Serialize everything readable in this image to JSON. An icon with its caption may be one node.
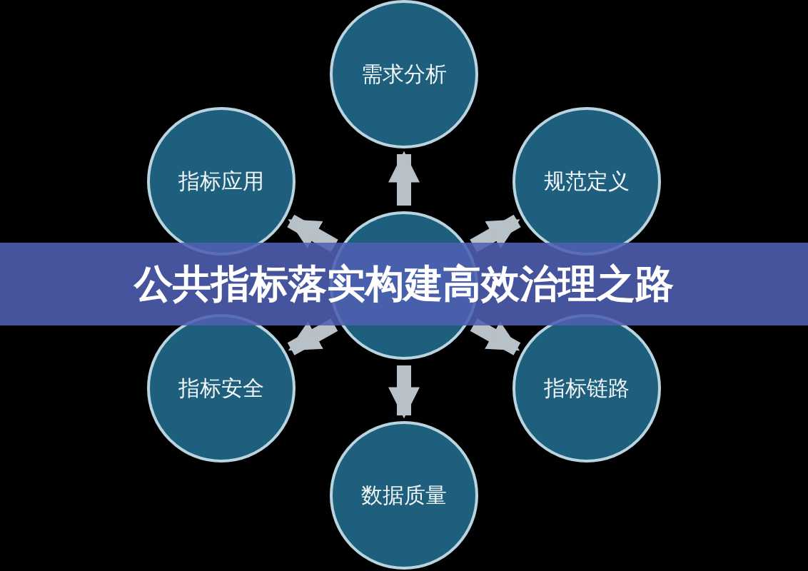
{
  "diagram": {
    "title": "公共指标落实构建高效治理之路",
    "nodes": [
      {
        "text": [],
        "shape": "circle"
      },
      {
        "text": [
          "需求分析"
        ]
      },
      {
        "text": [
          "规范定义"
        ]
      },
      {
        "text": [
          "指标链路"
        ]
      },
      {
        "text": [
          "数据质量"
        ]
      },
      {
        "text": [
          "指标安全"
        ]
      },
      {
        "text": [
          "指标应用"
        ]
      }
    ],
    "edges": [
      {
        "from": 0,
        "to": 1,
        "arrow": "to"
      },
      {
        "from": 0,
        "to": 2,
        "arrow": "to"
      },
      {
        "from": 0,
        "to": 3,
        "arrow": "to"
      },
      {
        "from": 0,
        "to": 4,
        "arrow": "to"
      },
      {
        "from": 0,
        "to": 5,
        "arrow": "to"
      },
      {
        "from": 0,
        "to": 6,
        "arrow": "to"
      }
    ]
  }
}
